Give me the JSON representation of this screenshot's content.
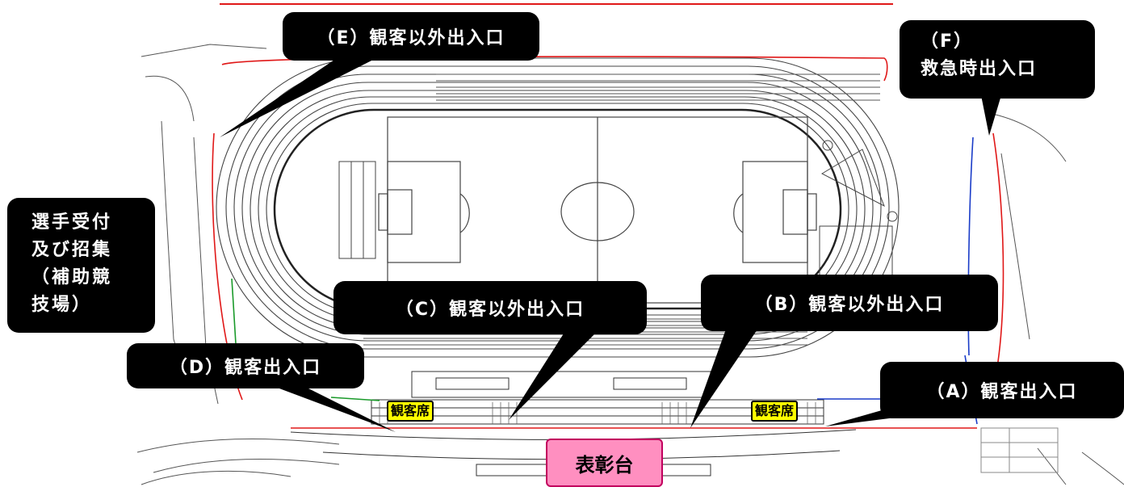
{
  "callouts": {
    "e": "（E）観客以外出入口",
    "f_line1": "（F）",
    "f_line2": "救急時出入口",
    "reception_line1": "選手受付",
    "reception_line2": "及び招集",
    "reception_line3": "（補助競",
    "reception_line4": "技場）",
    "c": "（C）観客以外出入口",
    "b": "（B）観客以外出入口",
    "d": "（D）観客出入口",
    "a": "（A）観客出入口"
  },
  "badges": {
    "seats_left": "観客席",
    "seats_right": "観客席"
  },
  "podium": "表彰台",
  "colors": {
    "callout_bg": "#000000",
    "callout_text": "#ffffff",
    "badge_bg": "#ffff00",
    "podium_bg": "#ff8fc0",
    "plan_line": "#333333",
    "route_red": "#e01818",
    "route_blue": "#1a3cc8",
    "route_green": "#1a9a2a"
  }
}
